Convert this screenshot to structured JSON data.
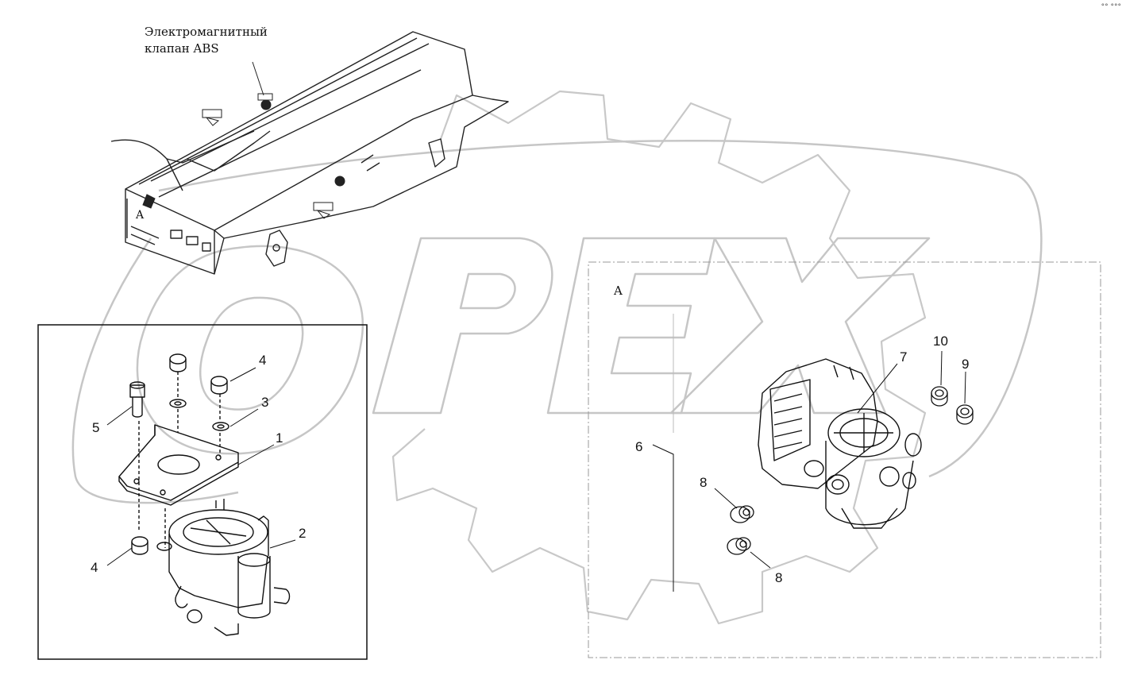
{
  "title": {
    "line1": "Электромагнитный",
    "line2": "клапан ABS"
  },
  "view_label_main": "A",
  "view_label_frame": "A",
  "corner_mark": "°° °°°",
  "watermark": "OPEX",
  "callouts": {
    "c1": "1",
    "c2": "2",
    "c3": "3",
    "c4a": "4",
    "c4b": "4",
    "c5": "5",
    "c6": "6",
    "c7": "7",
    "c8a": "8",
    "c8b": "8",
    "c9": "9",
    "c10": "10"
  }
}
